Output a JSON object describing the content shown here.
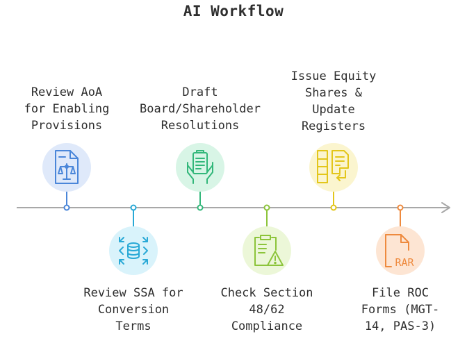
{
  "title": "AI Workflow",
  "steps": [
    {
      "label": "Review AoA\nfor Enabling\nProvisions",
      "icon": "document-scales-icon",
      "color": "#4a86d9",
      "fill": "#dfe9fa"
    },
    {
      "label": "Review SSA for\nConversion\nTerms",
      "icon": "database-expand-icon",
      "color": "#29a9d6",
      "fill": "#d9f3fb"
    },
    {
      "label": "Draft\nBoard/Shareholder\nResolutions",
      "icon": "clipboard-hands-icon",
      "color": "#32b77a",
      "fill": "#d8f5e6"
    },
    {
      "label": "Check Section\n48/62\nCompliance",
      "icon": "clipboard-warning-icon",
      "color": "#8cc43a",
      "fill": "#ecf7d8"
    },
    {
      "label": "Issue Equity\nShares &\nUpdate\nRegisters",
      "icon": "ledger-return-icon",
      "color": "#e3c61a",
      "fill": "#fbf5cf"
    },
    {
      "label": "File ROC\nForms (MGT-\n14, PAS-3)",
      "icon": "rar-file-icon",
      "color": "#ee8a3e",
      "fill": "#fde5d3"
    }
  ]
}
